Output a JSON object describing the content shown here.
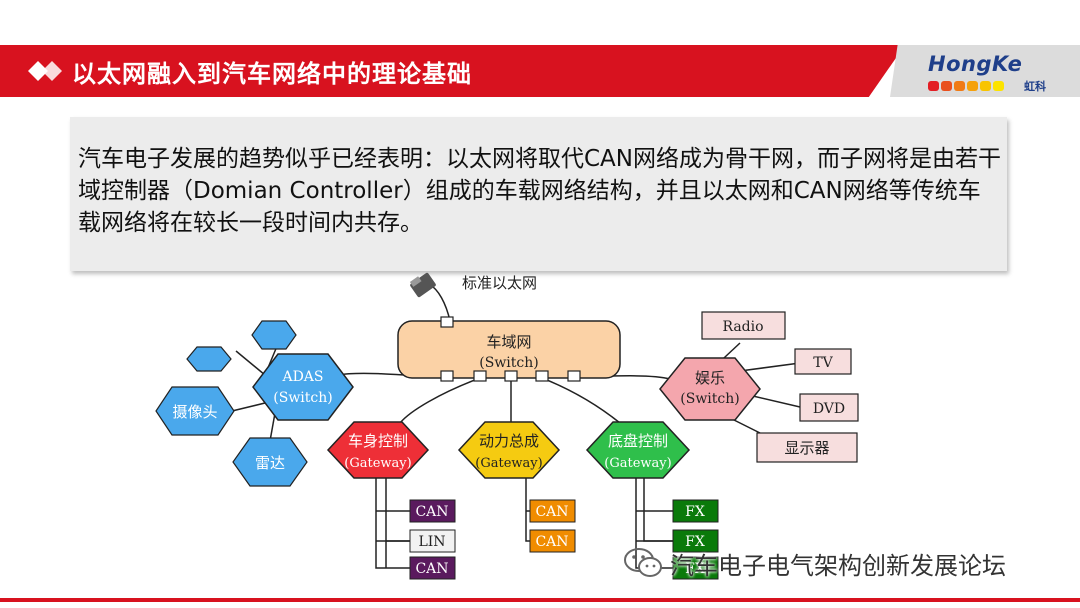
{
  "header": {
    "title": "以太网融入到汽车网络中的理论基础",
    "logo_word": "HongKe",
    "logo_sub": "虹科"
  },
  "intro": {
    "text": "汽车电子发展的趋势似乎已经表明：以太网将取代CAN网络成为骨干网，而子网将是由若干域控制器（Domian Controller）组成的车载网络结构，并且以太网和CAN网络等传统车载网络将在较长一段时间内共存。"
  },
  "diagram": {
    "ethernet_label": "标准以太网",
    "central": {
      "title": "车域网",
      "sub": "(Switch)"
    },
    "adas": {
      "title": "ADAS",
      "sub": "(Switch)",
      "children": [
        "摄像头",
        "雷达"
      ]
    },
    "entertainment": {
      "title": "娱乐",
      "sub": "(Switch)",
      "children": [
        "Radio",
        "TV",
        "DVD",
        "显示器"
      ]
    },
    "body": {
      "title": "车身控制",
      "sub": "(Gateway)",
      "buses": [
        "CAN",
        "LIN",
        "CAN"
      ]
    },
    "powertrain": {
      "title": "动力总成",
      "sub": "(Gateway)",
      "buses": [
        "CAN",
        "CAN"
      ]
    },
    "chassis": {
      "title": "底盘控制",
      "sub": "(Gateway)",
      "buses": [
        "FX",
        "FX",
        "FX"
      ]
    }
  },
  "watermark": {
    "text": "汽车电子电气架构创新发展论坛"
  },
  "colors": {
    "brand_red": "#d8121f",
    "switch_orange": "#fbd2a6",
    "adas_blue": "#4aa8ec",
    "entertainment_pink": "#f4a6ad",
    "body_red": "#ee2f37",
    "powertrain_yellow": "#f5cb11",
    "chassis_green": "#2fbf4b",
    "bus_purple": "#5a1a5e",
    "bus_orange": "#f08c00",
    "bus_green": "#0a7a0a"
  }
}
